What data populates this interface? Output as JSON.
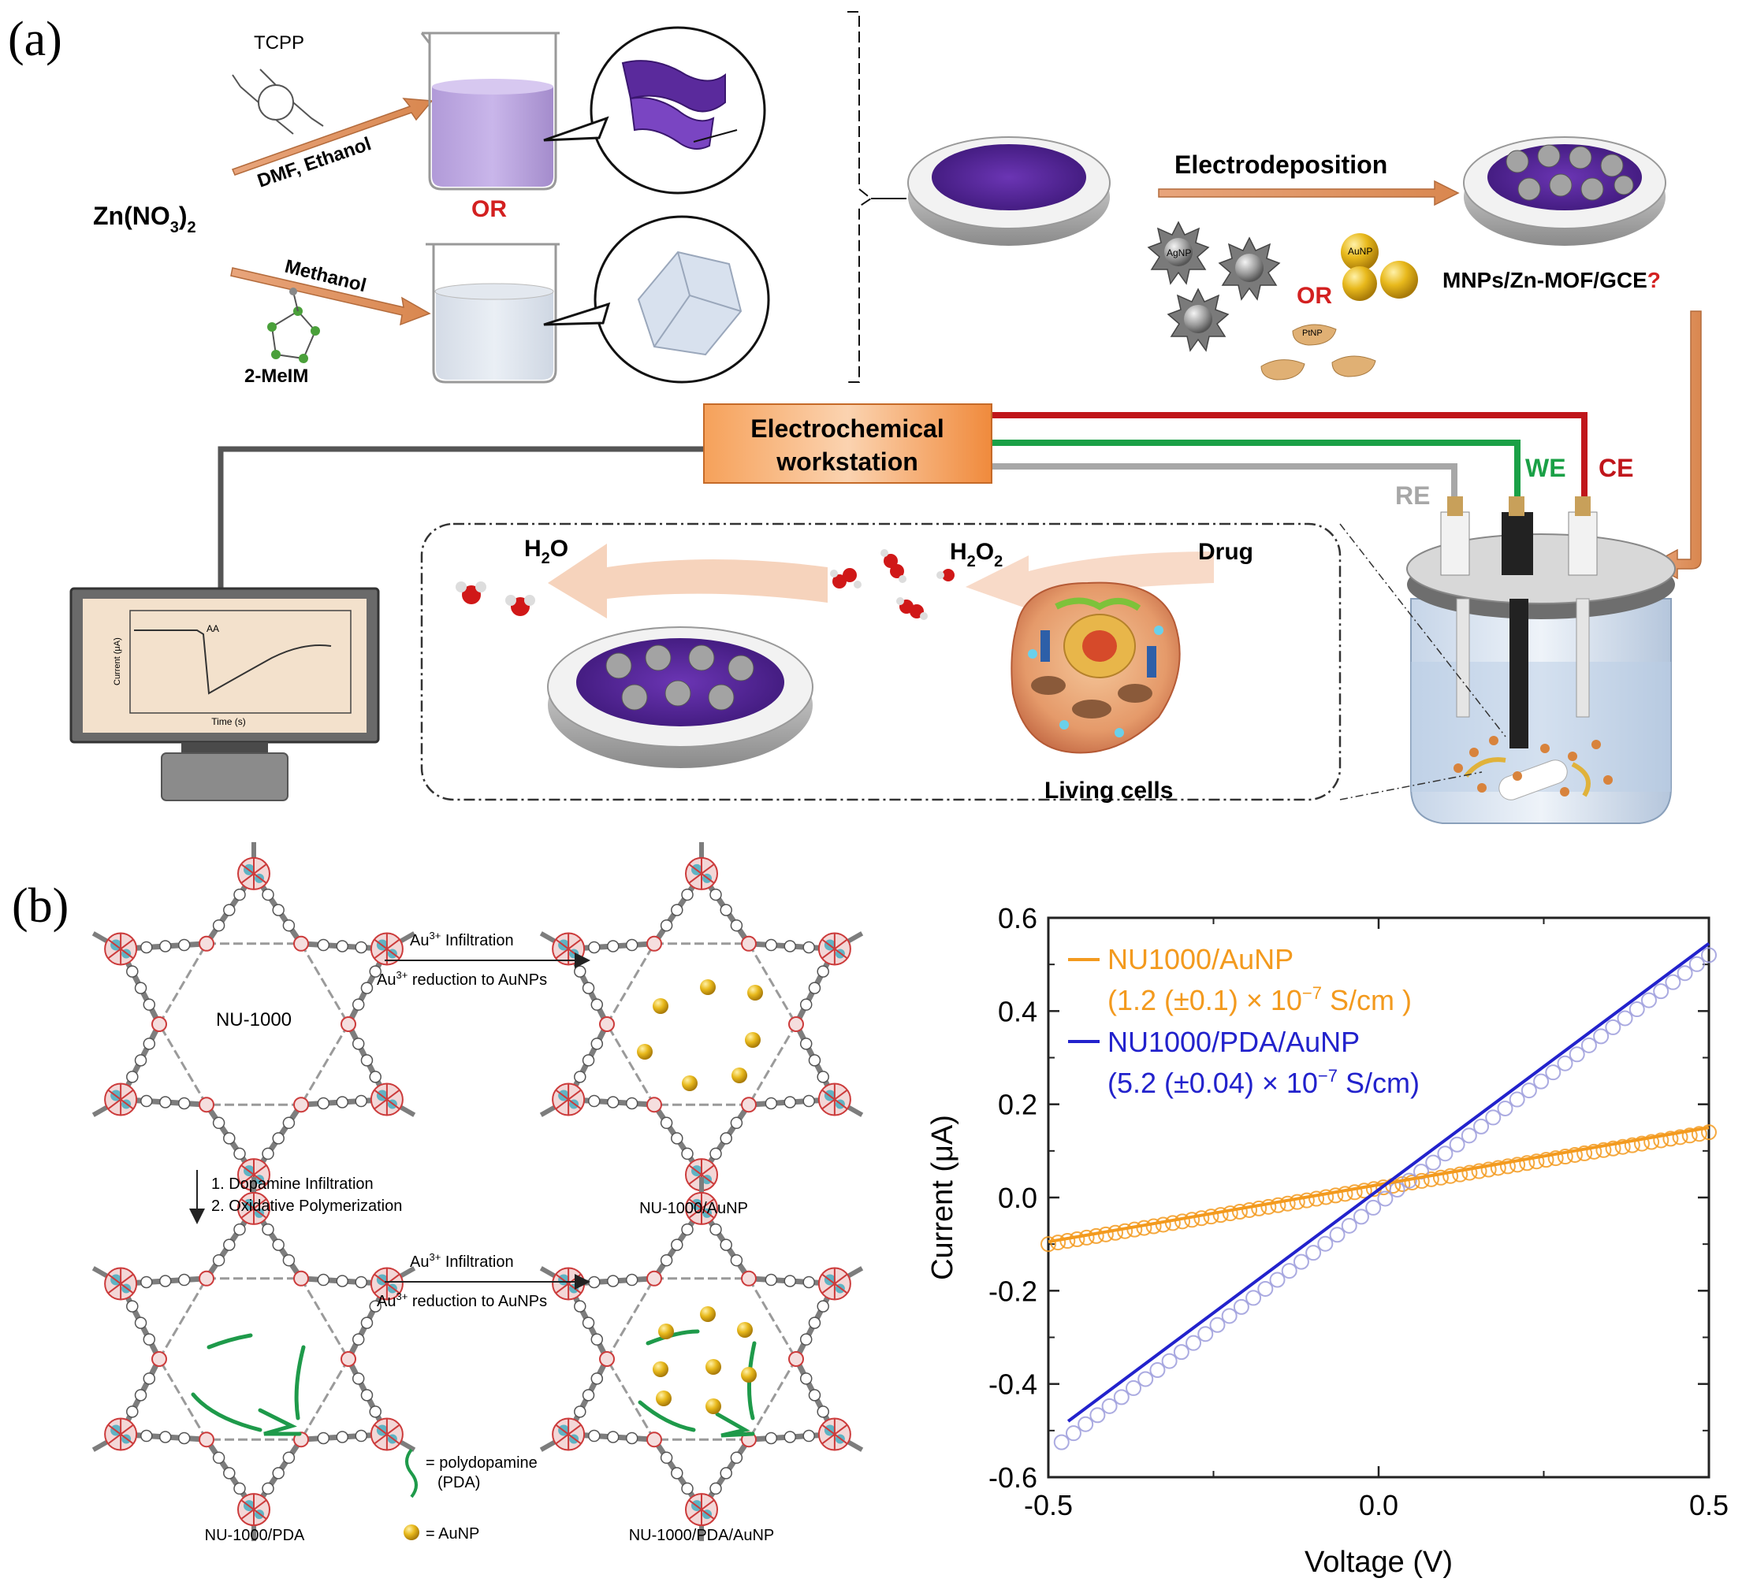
{
  "panel_a": {
    "label": "(a)",
    "precursor": "Zn(NO",
    "precursor_sub3": "3",
    "precursor_tail": ")",
    "precursor_sub2": "2",
    "route1_reagent": "TCPP",
    "route1_solvent": "DMF, Ethanol",
    "or_top": "OR",
    "route2_solvent": "Methanol",
    "route2_reagent": "2-MeIM",
    "electrodeposition": "Electrodeposition",
    "or_np": "OR",
    "np_ag": "AgNP",
    "np_au": "AuNP",
    "np_pt": "PtNP",
    "electrode_label": "MNPs/Zn-MOF/GCE",
    "electrode_q": "?",
    "workstation_line1": "Electrochemical",
    "workstation_line2": "workstation",
    "we": "WE",
    "ce": "CE",
    "re": "RE",
    "h2o": "H",
    "h2o_sub": "2",
    "h2o_tail": "O",
    "h2o2": "H",
    "h2o2_sub1": "2",
    "h2o2_mid": "O",
    "h2o2_sub2": "2",
    "drug": "Drug",
    "living_cells": "Living cells",
    "monitor_ylabel": "Current (μA)",
    "monitor_xlabel": "Time (s)",
    "monitor_annotation": "AA",
    "colors": {
      "arrow": "#e39b6a",
      "purple": "#5a2a9c",
      "wire_red": "#c0161b",
      "wire_green": "#1aa046",
      "wire_gray": "#a7a7a7",
      "workstation": "#f08a3c"
    }
  },
  "panel_b": {
    "label": "(b)",
    "infiltration_top": "Au",
    "infiltration_top_sup": "3+",
    "infiltration_top_tail": " Infiltration",
    "reduction_top": "Au",
    "reduction_top_sup": "3+",
    "reduction_top_tail": " reduction to AuNPs",
    "step1": "1. Dopamine Infiltration",
    "step2": "2. Oxidative Polymerization",
    "mof_center": "NU-1000",
    "label_tr": "NU-1000/AuNP",
    "label_bl": "NU-1000/PDA",
    "label_br": "NU-1000/PDA/AuNP",
    "legend_pda_line1": "= polydopamine",
    "legend_pda_line2": "(PDA)",
    "legend_aunp": "= AuNP",
    "colors": {
      "pda": "#1e9a4a",
      "aunp": "#e0ad17",
      "framework": "#7d7d7d",
      "node": "#cc3b3b",
      "node_accent": "#5fb3c4"
    }
  },
  "chart_data": {
    "type": "scatter",
    "xlabel": "Voltage (V)",
    "ylabel": "Current (μA)",
    "xlim": [
      -0.5,
      0.5
    ],
    "ylim": [
      -0.6,
      0.6
    ],
    "xticks": [
      "-0.5",
      "0.0",
      "0.5"
    ],
    "yticks": [
      "0.6",
      "0.4",
      "0.2",
      "0.0",
      "-0.2",
      "-0.4",
      "-0.6"
    ],
    "legend_position": "top-left",
    "series": [
      {
        "name": "NU1000/AuNP",
        "conductivity": "(1.2 (±0.1) × 10",
        "conductivity_exp": "−7",
        "conductivity_unit": " S/cm )",
        "color": "#f39a1e",
        "fit": {
          "x": [
            -0.5,
            0.5
          ],
          "y": [
            -0.095,
            0.15
          ]
        },
        "points": {
          "x_start": -0.5,
          "x_end": 0.5,
          "count": 70,
          "y_at_start": -0.1,
          "y_at_end": 0.14
        }
      },
      {
        "name": "NU1000/PDA/AuNP",
        "conductivity": "(5.2 (±0.04) × 10",
        "conductivity_exp": "−7",
        "conductivity_unit": " S/cm)",
        "color": "#2222cc",
        "point_color": "#9c9cdc",
        "fit": {
          "x": [
            -0.47,
            0.5
          ],
          "y": [
            -0.48,
            0.545
          ]
        },
        "points": {
          "x_start": -0.48,
          "x_end": 0.5,
          "count": 55,
          "y_at_start": -0.525,
          "y_at_end": 0.52
        }
      }
    ]
  }
}
